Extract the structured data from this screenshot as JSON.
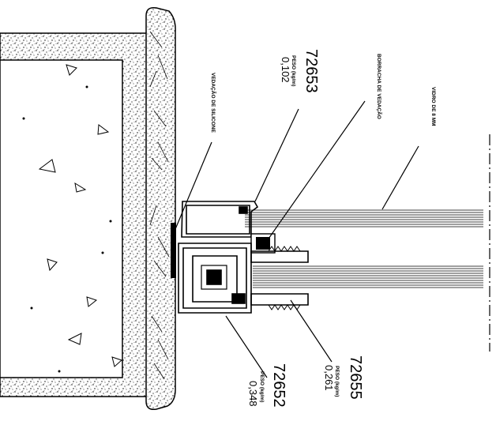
{
  "labels": {
    "silicone": "VEDAÇÃO DE SILICONE",
    "rubber_gasket": "BORRACHA DE VEDAÇÃO",
    "glass": "VIDRO DE 8 MM",
    "p72653": {
      "code": "72653",
      "weight_label": "PESO (kg/m)",
      "weight": "0,102"
    },
    "p72655": {
      "code": "72655",
      "weight_label": "PESO (kg/m)",
      "weight": "0,261"
    },
    "p72652": {
      "code": "72652",
      "weight_label": "PESO (kg/m)",
      "weight": "0,348"
    }
  },
  "colors": {
    "line": "#000000",
    "background": "#ffffff"
  }
}
